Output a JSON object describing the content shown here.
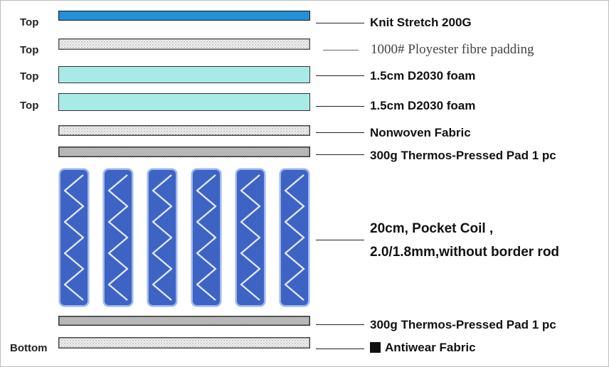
{
  "side_labels": {
    "knit": "Top",
    "padding": "Top",
    "foam1": "Top",
    "foam2": "Top",
    "bottom": "Bottom"
  },
  "layers": {
    "knit_stretch": "Knit Stretch 200G",
    "polyester_padding": "1000# Ployester fibre padding",
    "foam_1": "1.5cm D2030 foam",
    "foam_2": "1.5cm D2030 foam",
    "nonwoven": "Nonwoven Fabric",
    "thermo_pad_top": "300g Thermos-Pressed Pad 1 pc",
    "pocket_coil_line1": "20cm, Pocket Coil ,",
    "pocket_coil_line2": "2.0/1.8mm,without border rod",
    "thermo_pad_bottom": "300g Thermos-Pressed Pad 1 pc",
    "antiwear": "Antiwear Fabric"
  },
  "coil_count": 6,
  "colors": {
    "knit_fill": "#2390d8",
    "foam_fill": "#a8eae6",
    "coil_fill": "#3d63c4",
    "coil_glow": "#9fb6ef",
    "pad_fill": "#c2c2c2",
    "dotted_fill": "#efefef"
  }
}
